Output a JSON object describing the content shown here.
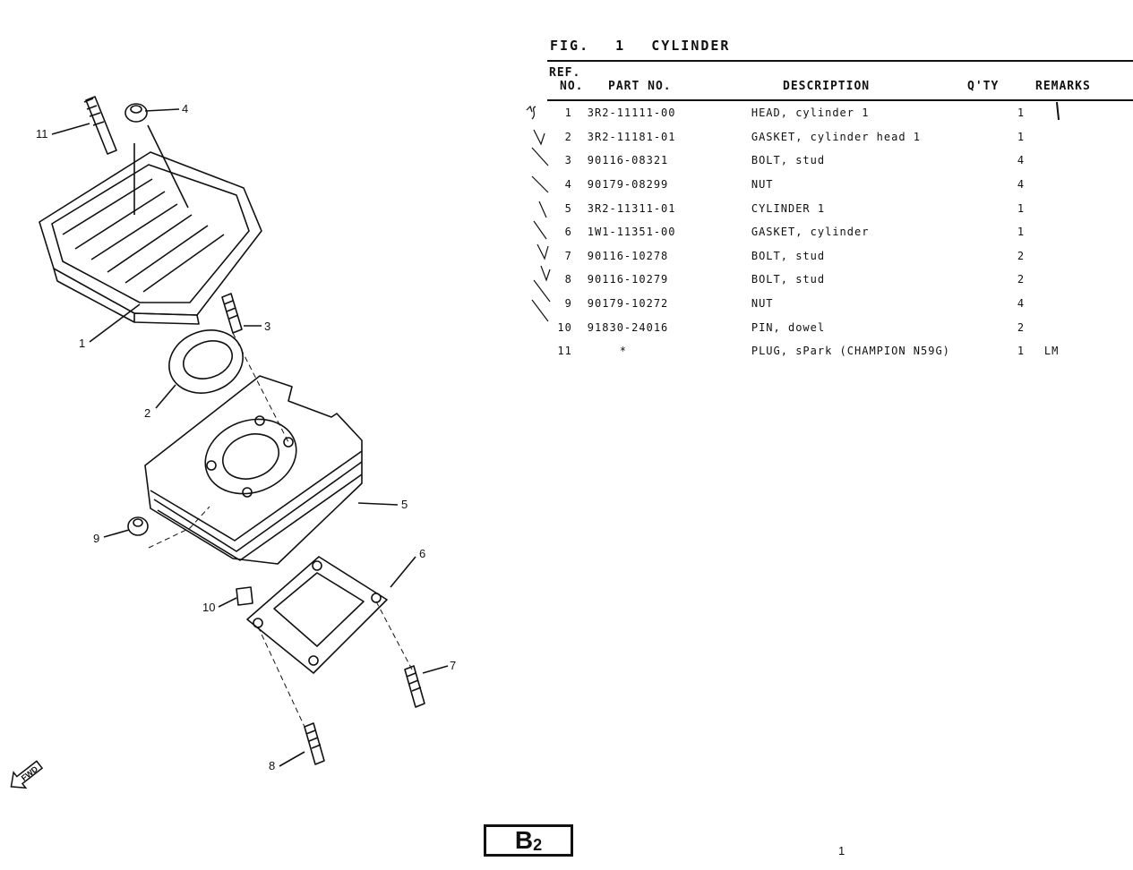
{
  "figure": {
    "label": "FIG.",
    "number": "1",
    "title": "CYLINDER"
  },
  "columns": {
    "ref_line1": "REF.",
    "ref_line2": "NO.",
    "part_no": "PART NO.",
    "description": "DESCRIPTION",
    "qty": "Q'TY",
    "remarks": "REMARKS"
  },
  "parts": [
    {
      "ref": "1",
      "part_no": "3R2-11111-00",
      "description": "HEAD, cylinder 1",
      "qty": "1",
      "remarks": ""
    },
    {
      "ref": "2",
      "part_no": "3R2-11181-01",
      "description": "GASKET, cylinder head 1",
      "qty": "1",
      "remarks": ""
    },
    {
      "ref": "3",
      "part_no": "90116-08321",
      "description": "BOLT, stud",
      "qty": "4",
      "remarks": ""
    },
    {
      "ref": "4",
      "part_no": "90179-08299",
      "description": "NUT",
      "qty": "4",
      "remarks": ""
    },
    {
      "ref": "5",
      "part_no": "3R2-11311-01",
      "description": "CYLINDER 1",
      "qty": "1",
      "remarks": ""
    },
    {
      "ref": "6",
      "part_no": "1W1-11351-00",
      "description": "GASKET, cylinder",
      "qty": "1",
      "remarks": ""
    },
    {
      "ref": "7",
      "part_no": "90116-10278",
      "description": "BOLT, stud",
      "qty": "2",
      "remarks": ""
    },
    {
      "ref": "8",
      "part_no": "90116-10279",
      "description": "BOLT, stud",
      "qty": "2",
      "remarks": ""
    },
    {
      "ref": "9",
      "part_no": "90179-10272",
      "description": "NUT",
      "qty": "4",
      "remarks": ""
    },
    {
      "ref": "10",
      "part_no": "91830-24016",
      "description": "PIN, dowel",
      "qty": "2",
      "remarks": ""
    },
    {
      "ref": "11",
      "part_no": "*",
      "description": "PLUG, sPark (CHAMPION N59G)",
      "qty": "1",
      "remarks": "LM"
    }
  ],
  "diagram": {
    "callouts": [
      "1",
      "2",
      "3",
      "4",
      "5",
      "6",
      "7",
      "8",
      "9",
      "10",
      "11"
    ],
    "fwd_label": "FWD"
  },
  "footer": {
    "badge_letter": "B",
    "badge_sub": "2",
    "page_number": "1"
  }
}
